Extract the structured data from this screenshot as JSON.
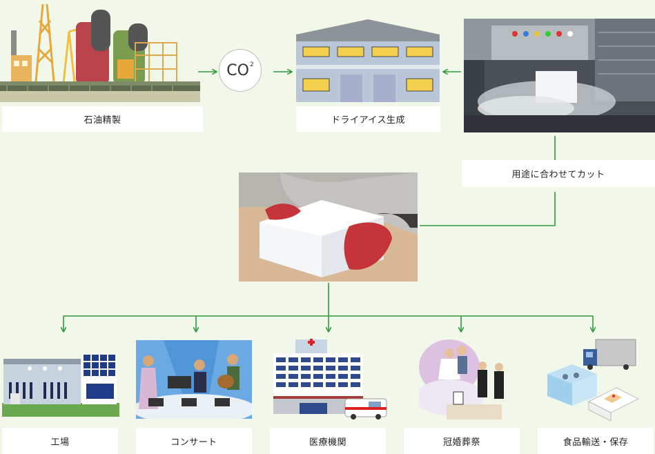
{
  "flow": {
    "refining": {
      "label": "石油精製",
      "icon": "oil-refinery-illustration"
    },
    "co2": {
      "main": "CO",
      "sub": "2"
    },
    "production": {
      "label": "ドライアイス生成",
      "icon": "factory-building-illustration"
    },
    "cutting": {
      "label": "用途に合わせてカット",
      "icon": "cutting-machine-photo"
    },
    "block": {
      "icon": "dry-ice-block-photo"
    }
  },
  "uses": [
    {
      "label": "工場",
      "icon": "factory-illustration"
    },
    {
      "label": "コンサート",
      "icon": "concert-illustration"
    },
    {
      "label": "医療機関",
      "icon": "hospital-illustration"
    },
    {
      "label": "冠婚葬祭",
      "icon": "wedding-ceremony-illustration"
    },
    {
      "label": "食品輸送・保存",
      "icon": "food-transport-illustration"
    }
  ],
  "colors": {
    "line": "#2e9a3c",
    "background": "#f1f8e9",
    "label_bg": "#ffffff"
  }
}
